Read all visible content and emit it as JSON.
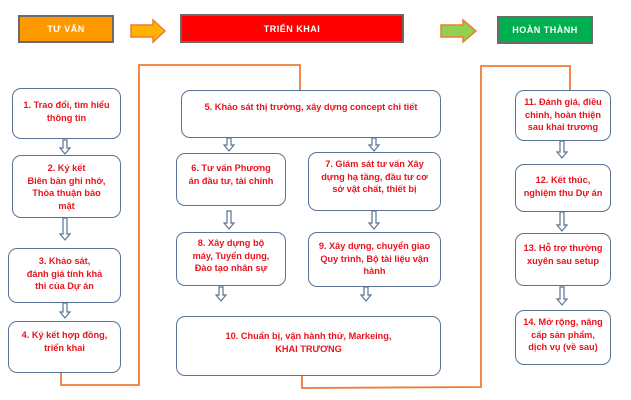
{
  "colors": {
    "tu_van": "#ff9900",
    "trien_khai": "#ff0000",
    "hoan_thanh": "#00b050",
    "step_text": "#e8141e",
    "step_border": "#5a7394",
    "connector": "#f07b35",
    "arrow_orange": "#ffb300",
    "arrow_green": "#92d050"
  },
  "phases": [
    {
      "id": "tu-van",
      "label": "TƯ VẤN"
    },
    {
      "id": "trien-khai",
      "label": "TRIỂN KHAI"
    },
    {
      "id": "hoan-thanh",
      "label": "HOÀN THÀNH"
    }
  ],
  "steps": [
    {
      "n": 1,
      "text": "1. Trao đổi, tìm hiểu\nthông tin"
    },
    {
      "n": 2,
      "text": "2. Ký kết\nBiên bản ghi nhớ,\nThỏa thuận bảo\nmật"
    },
    {
      "n": 3,
      "text": "3. Khảo sát,\nđánh giá tính khả\nthi của Dự án"
    },
    {
      "n": 4,
      "text": "4. Ký kết hợp đồng,\ntriển khai"
    },
    {
      "n": 5,
      "text": "5. Khảo sát thị trường, xây dựng concept chi tiết"
    },
    {
      "n": 6,
      "text": "6. Tư vấn Phương\nán đầu tư, tài chính"
    },
    {
      "n": 7,
      "text": "7. Giám sát tư vấn Xây\ndựng hạ tầng, đầu tư cơ\nsở vật chất, thiết bị"
    },
    {
      "n": 8,
      "text": "8. Xây dựng bộ\nmáy, Tuyển dụng,\nĐào tạo nhân sự"
    },
    {
      "n": 9,
      "text": "9. Xây dựng, chuyển giao\nQuy trình, Bộ tài liệu vận\nhành"
    },
    {
      "n": 10,
      "text": "10. Chuẩn bị,  vận hành  thử, Markeing,\nKHAI TRƯƠNG"
    },
    {
      "n": 11,
      "text": "11. Đánh giá, điều\nchỉnh, hoàn thiện\nsau khai trương"
    },
    {
      "n": 12,
      "text": "12. Kết thúc,\nnghiệm thu Dự án"
    },
    {
      "n": 13,
      "text": "13. Hỗ trợ thường\nxuyên sau setup"
    },
    {
      "n": 14,
      "text": "14. Mở rộng, nâng\ncấp sản phẩm,\ndịch vụ (về sau)"
    }
  ]
}
